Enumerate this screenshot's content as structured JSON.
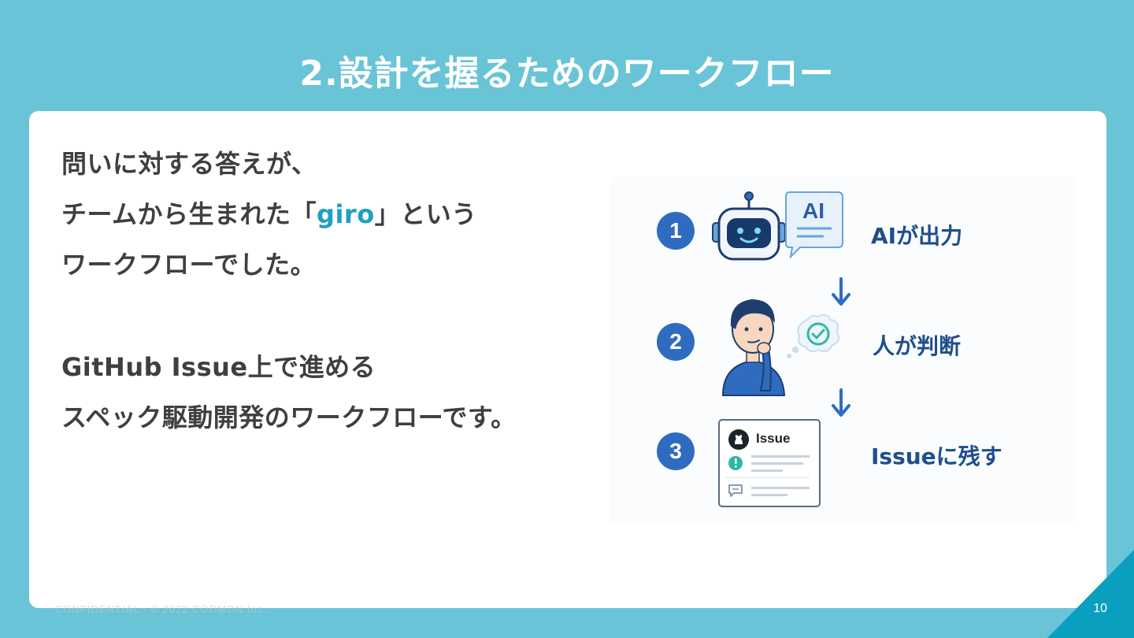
{
  "slide": {
    "title": "2.設計を握るためのワークフロー",
    "page_number": "10",
    "footer": "CONFIDENTIAL - © 2022 CODMON Inc."
  },
  "body": {
    "line1": "問いに対する答えが、",
    "line2_before": "チームから生まれた「",
    "line2_accent": "giro",
    "line2_after": "」という",
    "line3": "ワークフローでした。",
    "line4": "GitHub Issue上で進める",
    "line5": "スペック駆動開発のワークフローです。"
  },
  "workflow": {
    "steps": [
      {
        "number": "1",
        "label": "AIが出力",
        "icon": "robot-icon"
      },
      {
        "number": "2",
        "label": "人が判断",
        "icon": "thinking-person-icon"
      },
      {
        "number": "3",
        "label": "Issueに残す",
        "icon": "github-issue-card-icon"
      }
    ],
    "ai_bubble_text": "AI",
    "issue_card_title": "Issue"
  },
  "colors": {
    "background": "#6AC4D8",
    "accent": "#1DA1C0",
    "step_blue": "#2F6CC0",
    "label_navy": "#1F4E8C",
    "corner": "#0A9FBF"
  }
}
